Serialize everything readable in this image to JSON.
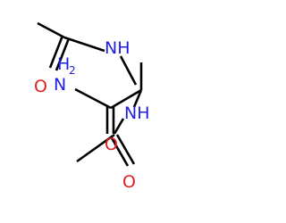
{
  "molecule": {
    "atoms": {
      "n_upper": "NH",
      "n_lower": "NH",
      "amide_n": "N",
      "amide_h2": "H",
      "amide_h2_sub": "2",
      "o_amide": "O",
      "o_upper_acetyl": "O",
      "o_lower_acetyl": "O"
    },
    "colors": {
      "bond": "#000000",
      "nitrogen": "#1f1fe0",
      "oxygen": "#e01f1f"
    }
  }
}
